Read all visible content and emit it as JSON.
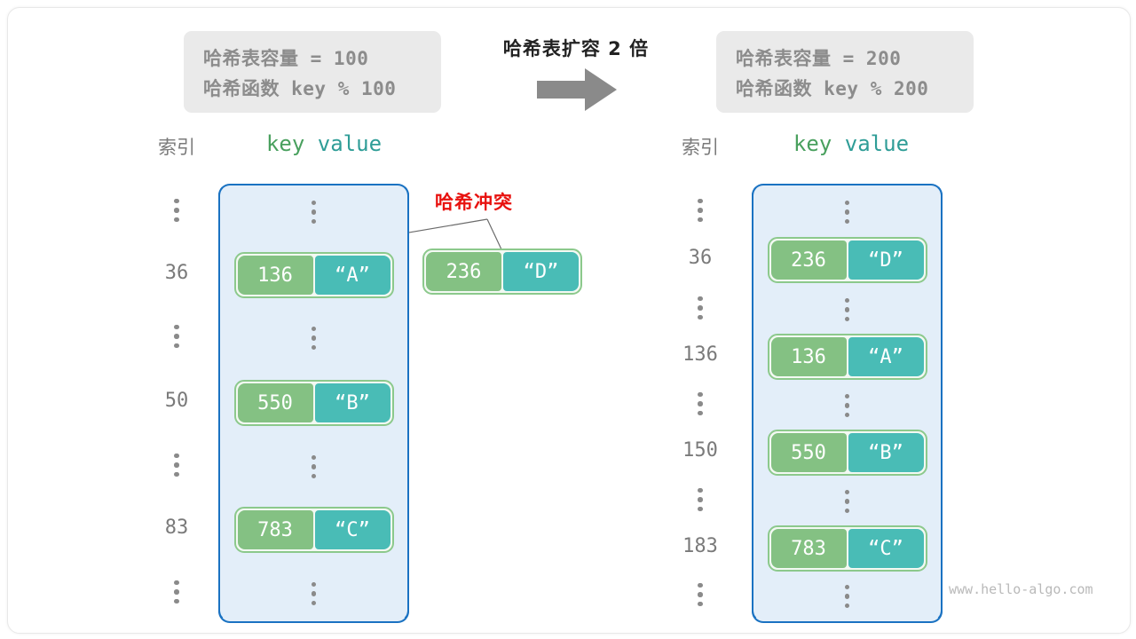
{
  "diagram": {
    "center_title": "哈希表扩容 2 倍",
    "collision_label": "哈希冲突",
    "watermark": "www.hello-algo.com",
    "arrow_icon": "right-arrow-icon"
  },
  "before": {
    "info": {
      "capacity_line": "哈希表容量 = 100",
      "function_line": "哈希函数 key % 100"
    },
    "headers": {
      "index": "索引",
      "key": "key",
      "value": "value"
    },
    "rows": [
      {
        "type": "dots",
        "index": ""
      },
      {
        "type": "entry",
        "index": "36",
        "key": "136",
        "value": "“A”"
      },
      {
        "type": "dots",
        "index": ""
      },
      {
        "type": "entry",
        "index": "50",
        "key": "550",
        "value": "“B”"
      },
      {
        "type": "dots",
        "index": ""
      },
      {
        "type": "entry",
        "index": "83",
        "key": "783",
        "value": "“C”"
      },
      {
        "type": "dots",
        "index": ""
      }
    ],
    "colliding_entry": {
      "key": "236",
      "value": "“D”"
    }
  },
  "after": {
    "info": {
      "capacity_line": "哈希表容量 = 200",
      "function_line": "哈希函数 key % 200"
    },
    "headers": {
      "index": "索引",
      "key": "key",
      "value": "value"
    },
    "rows": [
      {
        "type": "dots",
        "index": ""
      },
      {
        "type": "entry",
        "index": "36",
        "key": "236",
        "value": "“D”"
      },
      {
        "type": "dots",
        "index": ""
      },
      {
        "type": "entry",
        "index": "136",
        "key": "136",
        "value": "“A”"
      },
      {
        "type": "dots",
        "index": ""
      },
      {
        "type": "entry",
        "index": "150",
        "key": "550",
        "value": "“B”"
      },
      {
        "type": "dots",
        "index": ""
      },
      {
        "type": "entry",
        "index": "183",
        "key": "783",
        "value": "“C”"
      },
      {
        "type": "dots",
        "index": ""
      }
    ]
  },
  "colors": {
    "key_cell": "#84c183",
    "value_cell": "#49bcb6",
    "pair_border": "#8cc98c",
    "bucket_fill": "#e3eef9",
    "bucket_border": "#1a72c2",
    "collision_text": "#e8120f",
    "info_bg": "#eaeaea",
    "muted_text": "#8c8c8c"
  }
}
